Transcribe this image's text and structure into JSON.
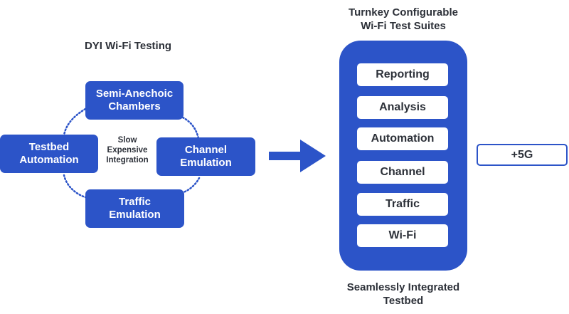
{
  "left": {
    "title": "DYI Wi-Fi Testing",
    "nodes": {
      "top": [
        "Semi-Anechoic",
        "Chambers"
      ],
      "left": [
        "Testbed",
        "Automation"
      ],
      "right": [
        "Channel",
        "Emulation"
      ],
      "bottom": [
        "Traffic",
        "Emulation"
      ]
    },
    "center": [
      "Slow",
      "Expensive",
      "Integration"
    ]
  },
  "right": {
    "title": [
      "Turnkey Configurable",
      "Wi-Fi Test Suites"
    ],
    "layers": [
      "Reporting",
      "Analysis",
      "Automation",
      "Channel",
      "Traffic",
      "Wi-Fi"
    ],
    "footer": [
      "Seamlessly Integrated",
      "Testbed"
    ],
    "addon": "+5G"
  },
  "colors": {
    "accent": "#2c54c8",
    "text": "#2d3139"
  }
}
